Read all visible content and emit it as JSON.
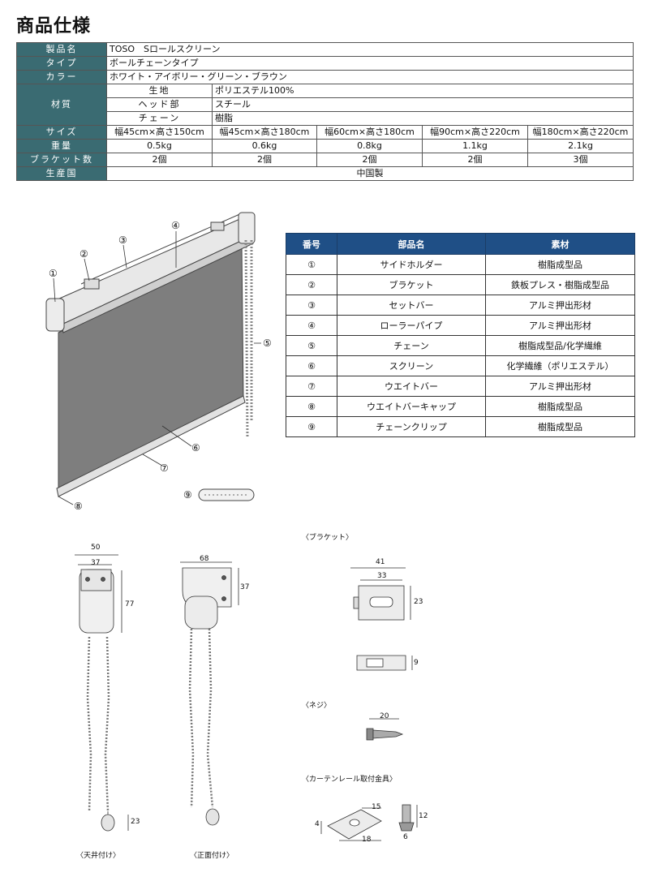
{
  "page_title": "商品仕様",
  "spec": {
    "product_label": "製品名",
    "product_value": "TOSO　Sロールスクリーン",
    "type_label": "タイプ",
    "type_value": "ボールチェーンタイプ",
    "color_label": "カラー",
    "color_value": "ホワイト・アイボリー・グリーン・ブラウン",
    "material_label": "材質",
    "materials": [
      {
        "part": "生地",
        "value": "ポリエステル100%"
      },
      {
        "part": "ヘッド部",
        "value": "スチール"
      },
      {
        "part": "チェーン",
        "value": "樹脂"
      }
    ],
    "size_label": "サイズ",
    "sizes": [
      "幅45cm×高さ150cm",
      "幅45cm×高さ180cm",
      "幅60cm×高さ180cm",
      "幅90cm×高さ220cm",
      "幅180cm×高さ220cm"
    ],
    "weight_label": "重量",
    "weights": [
      "0.5kg",
      "0.6kg",
      "0.8kg",
      "1.1kg",
      "2.1kg"
    ],
    "bracket_label": "ブラケット数",
    "brackets": [
      "2個",
      "2個",
      "2個",
      "2個",
      "3個"
    ],
    "origin_label": "生産国",
    "origin_value": "中国製"
  },
  "parts_table": {
    "headers": [
      "番号",
      "部品名",
      "素材"
    ],
    "rows": [
      [
        "①",
        "サイドホルダー",
        "樹脂成型品"
      ],
      [
        "②",
        "ブラケット",
        "鉄板プレス・樹脂成型品"
      ],
      [
        "③",
        "セットバー",
        "アルミ押出形材"
      ],
      [
        "④",
        "ローラーパイプ",
        "アルミ押出形材"
      ],
      [
        "⑤",
        "チェーン",
        "樹脂成型品/化学繊維"
      ],
      [
        "⑥",
        "スクリーン",
        "化学繊維（ポリエステル）"
      ],
      [
        "⑦",
        "ウエイトバー",
        "アルミ押出形材"
      ],
      [
        "⑧",
        "ウエイトバーキャップ",
        "樹脂成型品"
      ],
      [
        "⑨",
        "チェーンクリップ",
        "樹脂成型品"
      ]
    ]
  },
  "callouts": [
    "①",
    "②",
    "③",
    "④",
    "⑤",
    "⑥",
    "⑦",
    "⑧",
    "⑨"
  ],
  "captions": {
    "bracket": "〈ブラケット〉",
    "screw": "〈ネジ〉",
    "rail": "〈カーテンレール取付金具〉",
    "ceiling": "〈天井付け〉",
    "front": "〈正面付け〉"
  },
  "dims": {
    "d50": "50",
    "d37a": "37",
    "d77": "77",
    "d23a": "23",
    "d68": "68",
    "d37b": "37",
    "d41": "41",
    "d33": "33",
    "d23b": "23",
    "d9": "9",
    "d20": "20",
    "d15": "15",
    "d4": "4",
    "d18": "18",
    "d12": "12",
    "d6": "6"
  }
}
